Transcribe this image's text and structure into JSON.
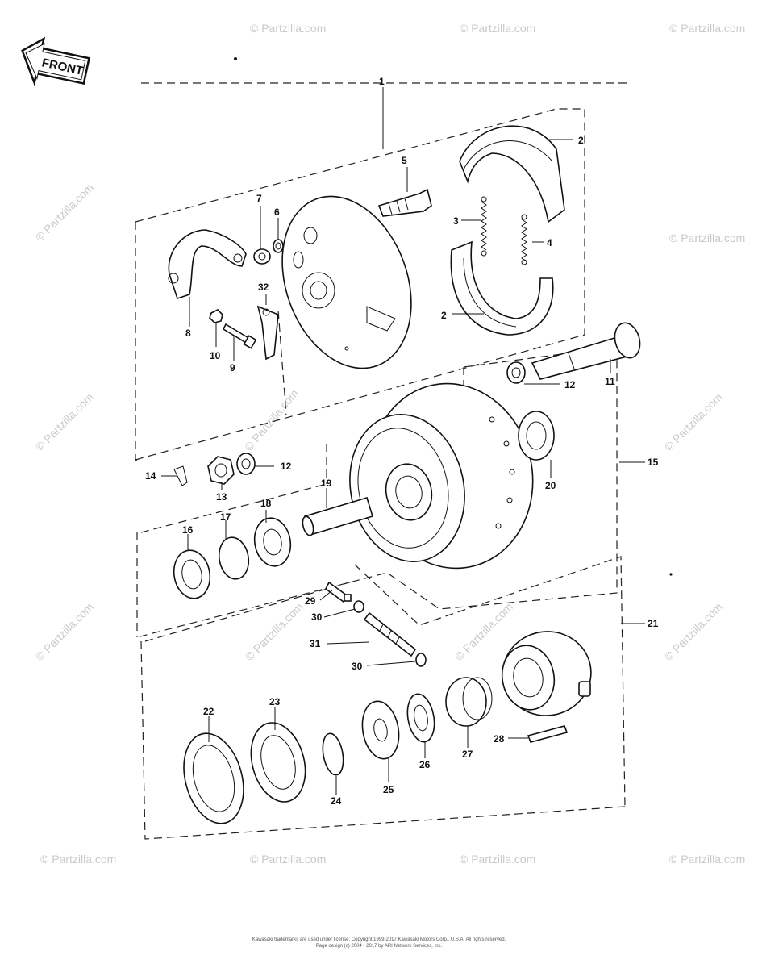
{
  "front_label": "FRONT",
  "watermark": "© Partzilla.com",
  "footer": {
    "line1": "Kawasaki trademarks are used under license. Copyright 1999-2017 Kawasaki Motors Corp., U.S.A. All rights reserved.",
    "line2": "Page design (c) 2004 - 2017 by ARI Network Services, Inc."
  },
  "callouts": {
    "c1": "1",
    "c2a": "2",
    "c2b": "2",
    "c3": "3",
    "c4": "4",
    "c5": "5",
    "c6": "6",
    "c7": "7",
    "c8": "8",
    "c9": "9",
    "c10": "10",
    "c11": "11",
    "c12a": "12",
    "c12b": "12",
    "c13": "13",
    "c14": "14",
    "c15": "15",
    "c16": "16",
    "c17": "17",
    "c18": "18",
    "c19": "19",
    "c20": "20",
    "c21": "21",
    "c22": "22",
    "c23": "23",
    "c24": "24",
    "c25": "25",
    "c26": "26",
    "c27": "27",
    "c28": "28",
    "c29": "29",
    "c30a": "30",
    "c30b": "30",
    "c31": "31",
    "c32": "32"
  }
}
